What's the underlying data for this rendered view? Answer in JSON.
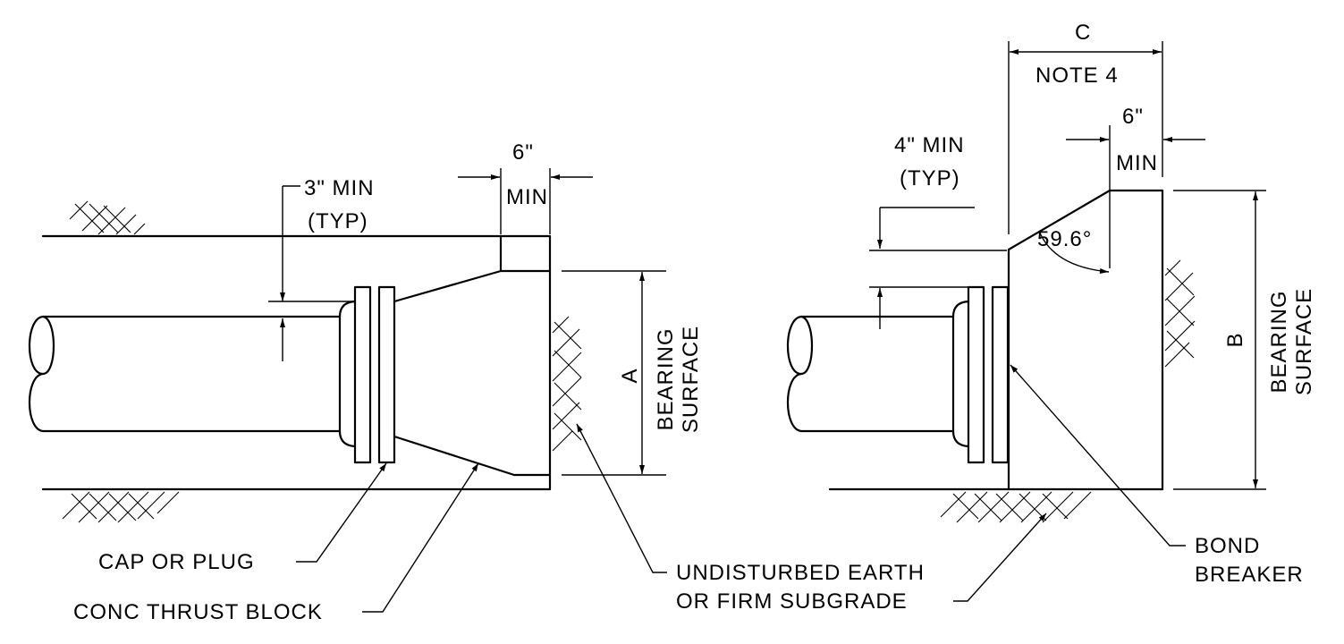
{
  "left_detail": {
    "dim_flange_clear": "6\"",
    "dim_flange_min": "MIN",
    "dim_cover_min": "3\" MIN",
    "dim_cover_typ": "(TYP)",
    "bearing_label_1": "BEARING",
    "bearing_label_2": "SURFACE",
    "bearing_dim": "A",
    "callout_cap": "CAP OR PLUG",
    "callout_block": "CONC THRUST BLOCK"
  },
  "shared": {
    "callout_earth_1": "UNDISTURBED EARTH",
    "callout_earth_2": "OR FIRM SUBGRADE"
  },
  "right_detail": {
    "dim_width": "C",
    "dim_width_note": "NOTE 4",
    "dim_top_clear": "6\"",
    "dim_top_min": "MIN",
    "dim_cover_min": "4\" MIN",
    "dim_cover_typ": "(TYP)",
    "angle_label": "59.6°",
    "bearing_label_1": "BEARING",
    "bearing_label_2": "SURFACE",
    "bearing_dim": "B",
    "callout_bond_1": "BOND",
    "callout_bond_2": "BREAKER"
  }
}
